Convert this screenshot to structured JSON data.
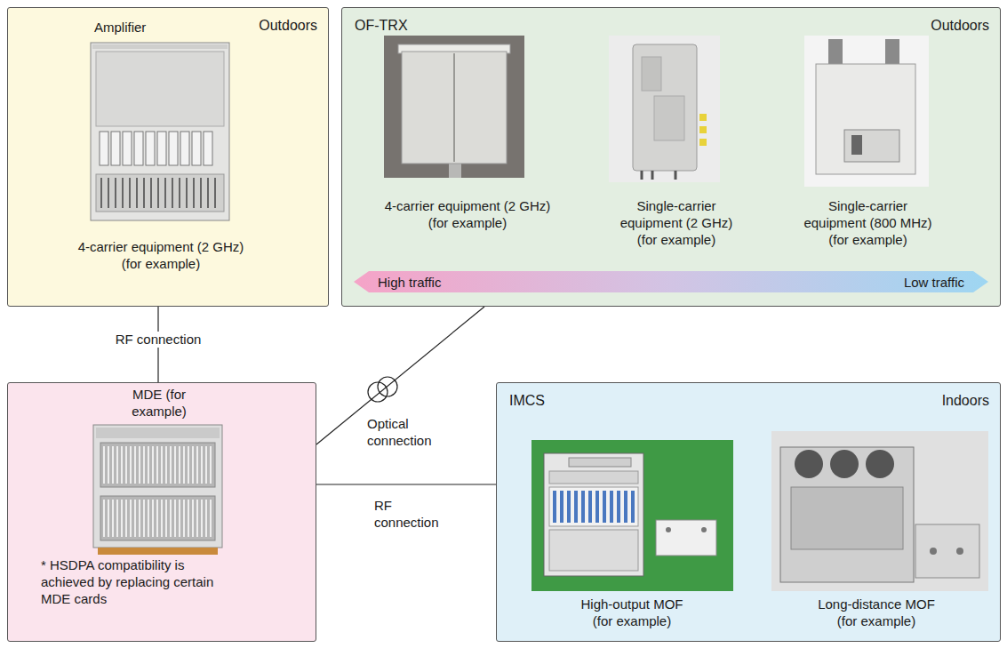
{
  "diagram": {
    "nodes": [
      {
        "text": [
          "Outdoors",
          "Amplifier",
          "4-carrier equipment (2 GHz) (for example)"
        ]
      },
      {
        "text": [
          "OF-TRX",
          "Outdoors",
          "4-carrier equipment (2 GHz) (for example)",
          "Single-carrier equipment (2 GHz) (for example)",
          "Single-carrier equipment (800 MHz) (for example)",
          "High traffic",
          "Low traffic"
        ]
      },
      {
        "text": [
          "MDE (for example)",
          "* HSDPA compatibility is achieved by replacing certain MDE cards"
        ]
      },
      {
        "text": [
          "IMCS",
          "Indoors",
          "High-output MOF (for example)",
          "Long-distance MOF (for example)"
        ]
      }
    ],
    "edges": [
      {
        "from": 0,
        "to": 2,
        "arrow": "none",
        "label": "RF connection"
      },
      {
        "from": 2,
        "to": 1,
        "arrow": "none",
        "label": "Optical connection"
      },
      {
        "from": 2,
        "to": 3,
        "arrow": "none",
        "label": "RF connection"
      }
    ]
  }
}
